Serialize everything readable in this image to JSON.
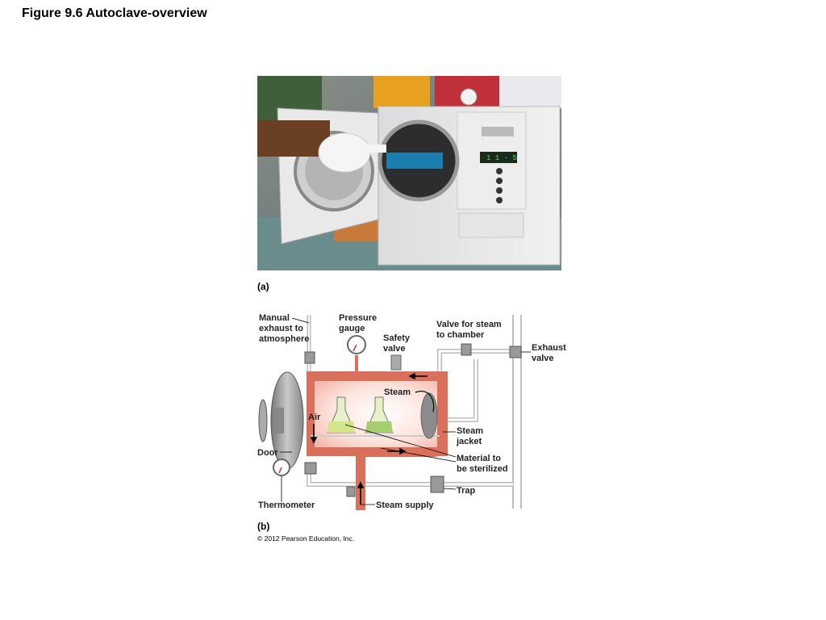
{
  "figure": {
    "title": "Figure 9.6  Autoclave-overview"
  },
  "panels": {
    "a": "(a)",
    "b": "(b)"
  },
  "photo": {
    "display_readout": "1 1 - 5"
  },
  "diagram_labels": {
    "manual_exhaust": [
      "Manual",
      "exhaust to",
      "atmosphere"
    ],
    "pressure_gauge": [
      "Pressure",
      "gauge"
    ],
    "safety_valve": [
      "Safety",
      "valve"
    ],
    "valve_steam": [
      "Valve for steam",
      "to chamber"
    ],
    "exhaust_valve": [
      "Exhaust",
      "valve"
    ],
    "steam": "Steam",
    "air": "Air",
    "door": "Door",
    "steam_jacket": [
      "Steam",
      "jacket"
    ],
    "material": [
      "Material to",
      "be sterilized"
    ],
    "thermometer": "Thermometer",
    "trap": "Trap",
    "steam_supply": "Steam supply"
  },
  "colors": {
    "steam_pipe": "#d9705c",
    "steam_glow": "#f4b8ac",
    "metal": "#9a9a9a"
  },
  "copyright": "© 2012 Pearson Education, Inc."
}
